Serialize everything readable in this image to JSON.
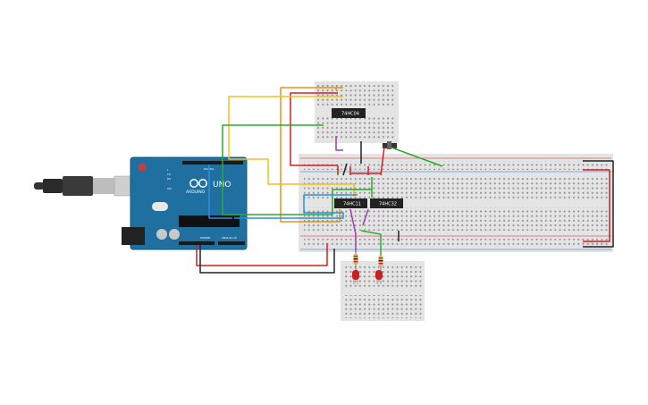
{
  "board": {
    "brand": "ARDUINO",
    "model": "UNO",
    "labels": {
      "digital": "DIGITAL",
      "power": "POWER",
      "analog": "ANALOG IN",
      "tx": "TX",
      "rx": "RX",
      "l": "L",
      "on": "ON"
    }
  },
  "chips": {
    "top": "74HC04",
    "left": "74HC11",
    "right": "74HC32"
  },
  "colors": {
    "board_blue": "#1f6fa0",
    "breadboard": "#e4e4e4",
    "wire_red": "#d42020",
    "wire_black": "#222222",
    "wire_orange": "#e8901a",
    "wire_yellow": "#f0c020",
    "wire_green": "#2eaa2e",
    "wire_blue": "#2b8fe0",
    "wire_purple": "#9a3fb0",
    "led_red": "#c82020"
  }
}
